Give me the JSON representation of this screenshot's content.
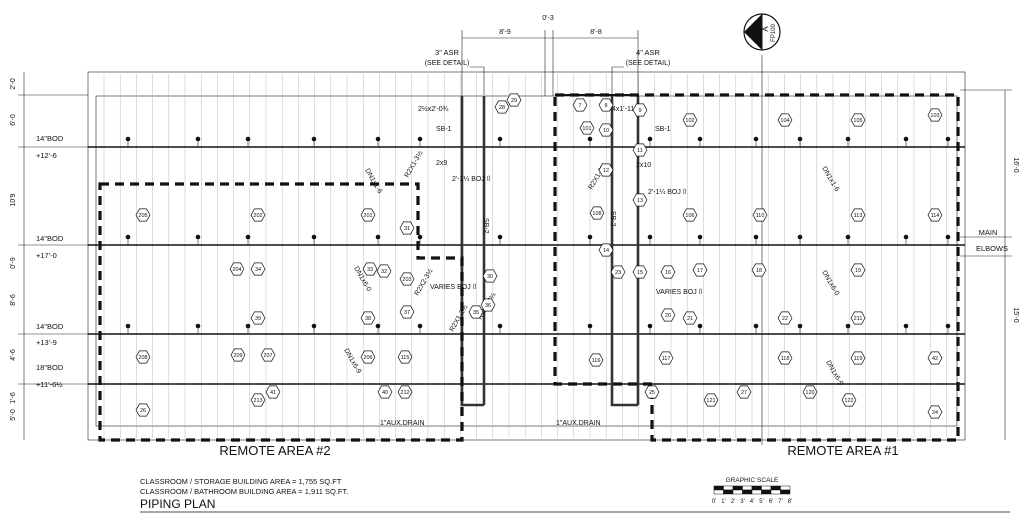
{
  "top_dims": {
    "center": "0'-3",
    "left": "8'-9",
    "right": "8'-8"
  },
  "section_marker": {
    "letter": "A",
    "sheet": "FP100"
  },
  "asr_left": {
    "title": "3\" ASR",
    "note": "(SEE DETAIL)"
  },
  "asr_right": {
    "title": "4\" ASR",
    "note": "(SEE DETAIL)"
  },
  "left_dims": [
    "2'-0",
    "6'-0",
    "10'9",
    "0'-9",
    "8'-6",
    "4'-6",
    "1'-6",
    "5'-0"
  ],
  "right_dims": [
    "16'-0",
    "15'-0"
  ],
  "branch_labels": [
    {
      "bod": "14\"BOD",
      "elev": "+12'-6"
    },
    {
      "bod": "14\"BOD",
      "elev": "+17'-0"
    },
    {
      "bod": "14\"BOD",
      "elev": "+13'-9"
    },
    {
      "bod": "18\"BOD",
      "elev": "+11'-6½"
    }
  ],
  "main_elbows": {
    "line1": "MAIN",
    "line2": "ELBOWS"
  },
  "pipe_notes": [
    {
      "text": "2½x2'-0¾"
    },
    {
      "text": "4x1'-11¾"
    },
    {
      "text": "2x9"
    },
    {
      "text": "2x10"
    },
    {
      "text": "2'-1¼ BOJ ⌷"
    },
    {
      "text": "2'-1¼ BOJ ⌷"
    },
    {
      "text": "VARIES BOJ ⌷"
    },
    {
      "text": "VARIES BOJ ⌷"
    },
    {
      "text": "R2X1-3½"
    },
    {
      "text": "R2X1-3½"
    },
    {
      "text": "R2X2-3½"
    },
    {
      "text": "R2X1-2½"
    },
    {
      "text": "R2X2-2¼"
    },
    {
      "text": "DN1x1-6"
    },
    {
      "text": "DN1x6-0"
    },
    {
      "text": "DN1x6-9"
    },
    {
      "text": "DN1x1-6"
    },
    {
      "text": "DN1x6-0"
    },
    {
      "text": "DN1x6-9"
    },
    {
      "text": "SB-1"
    },
    {
      "text": "SB-1"
    },
    {
      "text": "SB-2"
    },
    {
      "text": "SB-2"
    },
    {
      "text": "1\"AUX.DRAIN"
    },
    {
      "text": "1\"AUX.DRAIN"
    }
  ],
  "remote_area_left": "REMOTE AREA #2",
  "remote_area_right": "REMOTE AREA #1",
  "area_line1": "CLASSROOM / STORAGE BUILDING AREA = 1,755 SQ.FT",
  "area_line2": "CLASSROOM / BATHROOM BUILDING AREA = 1,911 SQ.FT.",
  "plan_title": "PIPING PLAN",
  "graphic_scale": {
    "title": "GRAPHIC SCALE",
    "ticks": [
      "0'",
      "1'",
      "2'",
      "3'",
      "4'",
      "5'",
      "6'",
      "7'",
      "8'"
    ]
  },
  "sprinkler_tags": [
    "28",
    "29",
    "101",
    "102",
    "104",
    "105",
    "103",
    "205",
    "202",
    "201",
    "31",
    "106",
    "108",
    "110",
    "113",
    "114",
    "204",
    "34",
    "33",
    "32",
    "203",
    "30",
    "15",
    "16",
    "17",
    "18",
    "19",
    "39",
    "38",
    "37",
    "36",
    "35",
    "20",
    "21",
    "22",
    "211",
    "208",
    "209",
    "207",
    "206",
    "115",
    "116",
    "117",
    "118",
    "119",
    "42",
    "41",
    "40",
    "212",
    "213",
    "26",
    "27",
    "120",
    "121",
    "122",
    "24",
    "25",
    "23",
    "14",
    "13",
    "12",
    "11",
    "10",
    "9",
    "8",
    "7"
  ]
}
